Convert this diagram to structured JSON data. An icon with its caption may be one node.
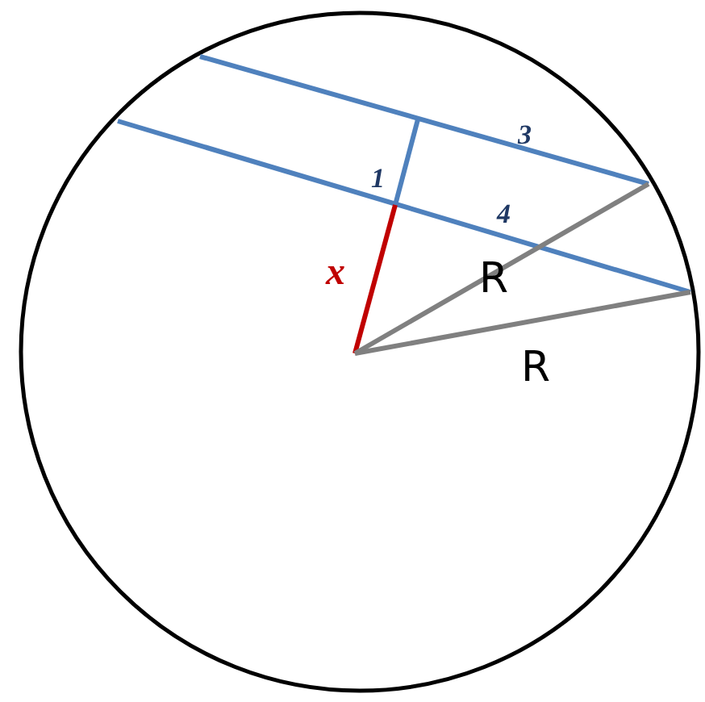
{
  "diagram": {
    "labels": [
      "3",
      "1",
      "4",
      "x",
      "R",
      "R"
    ]
  }
}
